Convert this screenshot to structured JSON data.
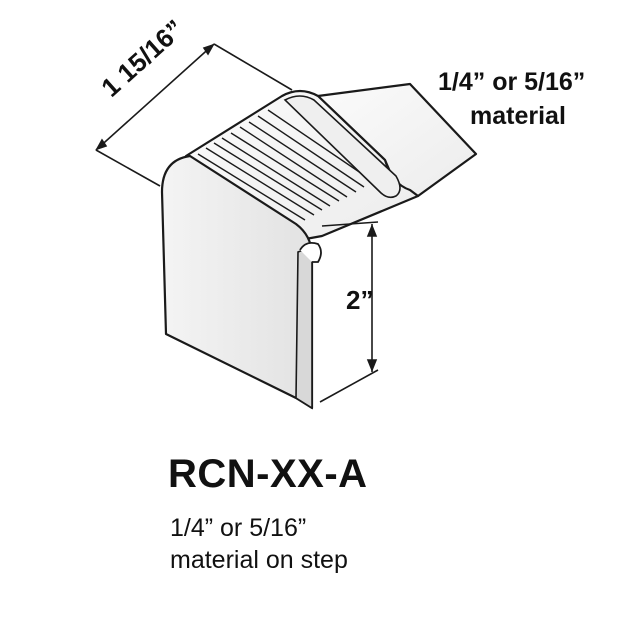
{
  "diagram": {
    "width_label": "1 15/16”",
    "height_label": "2”",
    "material_label_line1": "1/4” or 5/16”",
    "material_label_line2": "material"
  },
  "product": {
    "code": "RCN-XX-A",
    "desc_line1": "1/4” or 5/16”",
    "desc_line2": "material on step"
  },
  "colors": {
    "outline": "#1a1a1a",
    "face_light": "#f7f7f7",
    "face_shade": "#dcdcdc",
    "groove_shade": "#c8c8c8"
  }
}
